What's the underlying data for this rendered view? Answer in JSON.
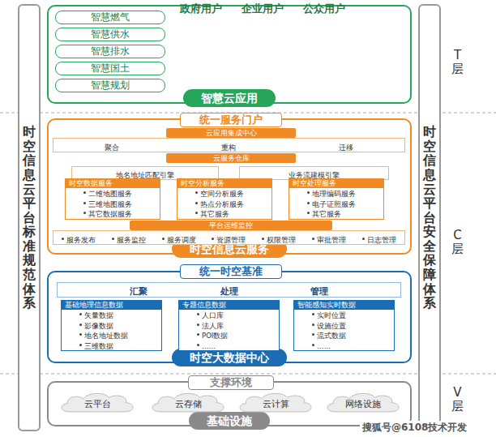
{
  "diagram": {
    "nodes": [
      {
        "text": [
          "时空信息云平台标准规范体系"
        ]
      },
      {
        "text": [
          "时空信息云平台安全保障体系"
        ]
      },
      {
        "text": [
          "智慧云应用"
        ]
      },
      {
        "text": [
          "智慧燃气"
        ],
        "in": 2
      },
      {
        "text": [
          "智慧供水"
        ],
        "in": 2
      },
      {
        "text": [
          "智慧排水"
        ],
        "in": 2
      },
      {
        "text": [
          "智慧国土"
        ],
        "in": 2
      },
      {
        "text": [
          "智慧规划"
        ],
        "in": 2
      },
      {
        "text": [
          "时空信息云服务"
        ]
      },
      {
        "text": [
          "统一服务门户"
        ],
        "in": 8
      },
      {
        "text": [
          "云应用集成中心"
        ],
        "in": 8
      },
      {
        "text": [
          "聚合",
          "重构",
          "迁移"
        ],
        "in": 8
      },
      {
        "text": [
          "云服务仓库"
        ],
        "in": 8
      },
      {
        "text": [
          "地名地址匹配引擎"
        ],
        "in": 8
      },
      {
        "text": [
          "业务流建模引擎"
        ],
        "in": 8
      },
      {
        "text": [
          "时空数据服务",
          "二维地图服务",
          "三维地图服务",
          "其它数据服务"
        ],
        "in": 8
      },
      {
        "text": [
          "时空分析服务",
          "空间分析服务",
          "热点分析服务",
          "其它服务"
        ],
        "in": 8
      },
      {
        "text": [
          "时空处理服务",
          "地理编码服务",
          "电子证照服务",
          "其它服务"
        ],
        "in": 8
      },
      {
        "text": [
          "平台运维监控"
        ],
        "in": 8
      },
      {
        "text": [
          "服务发布",
          "服务监控",
          "服务调度",
          "资源管理",
          "权限管理",
          "审批管理",
          "日志管理"
        ],
        "in": 8
      },
      {
        "text": [
          "时空大数据中心"
        ]
      },
      {
        "text": [
          "统一时空基准"
        ],
        "in": 20
      },
      {
        "text": [
          "汇聚",
          "处理",
          "管理"
        ],
        "in": 20
      },
      {
        "text": [
          "基础地理信息数据",
          "矢量数据",
          "影像数据",
          "地名地址数据",
          "三维数据"
        ],
        "in": 20
      },
      {
        "text": [
          "专题信息数据",
          "人口库",
          "法人库",
          "POI数据",
          "……"
        ],
        "in": 20
      },
      {
        "text": [
          "智能感知实时数据",
          "实时位置",
          "设施位置",
          "流式数据",
          "……"
        ],
        "in": 20
      },
      {
        "text": [
          "基础设施"
        ]
      },
      {
        "text": [
          "支撑环境"
        ],
        "in": 26
      },
      {
        "text": [
          "云平台"
        ],
        "in": 26
      },
      {
        "text": [
          "云存储"
        ],
        "in": 26
      },
      {
        "text": [
          "云计算"
        ],
        "in": 26
      },
      {
        "text": [
          "网络设施"
        ],
        "in": 26
      }
    ],
    "labels": [
      "政府用户",
      "企业用户",
      "公众用户",
      "T层",
      "C层",
      "V层",
      "搜狐号@6108技术开发"
    ]
  }
}
